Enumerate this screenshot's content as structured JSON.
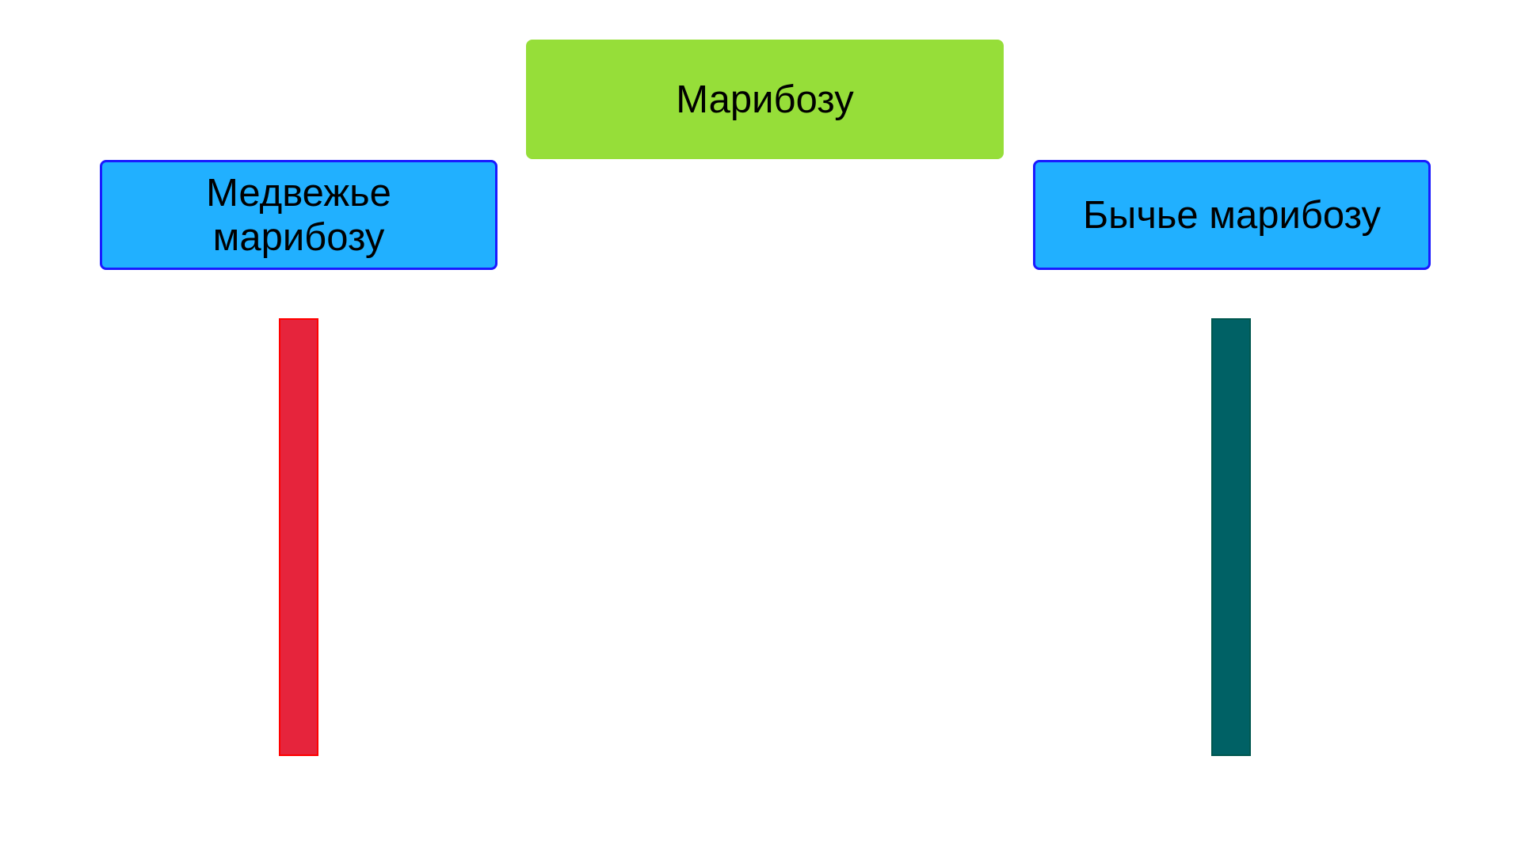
{
  "title": {
    "text": "Марибозу",
    "color": "#96de39"
  },
  "labels": [
    {
      "text": "Медвежье марибозу",
      "color": "#21b0ff"
    },
    {
      "text": "Бычье марибозу",
      "color": "#21b0ff"
    }
  ],
  "candles": [
    {
      "kind": "bearish",
      "color": "#e6243c"
    },
    {
      "kind": "bullish",
      "color": "#006165"
    }
  ]
}
